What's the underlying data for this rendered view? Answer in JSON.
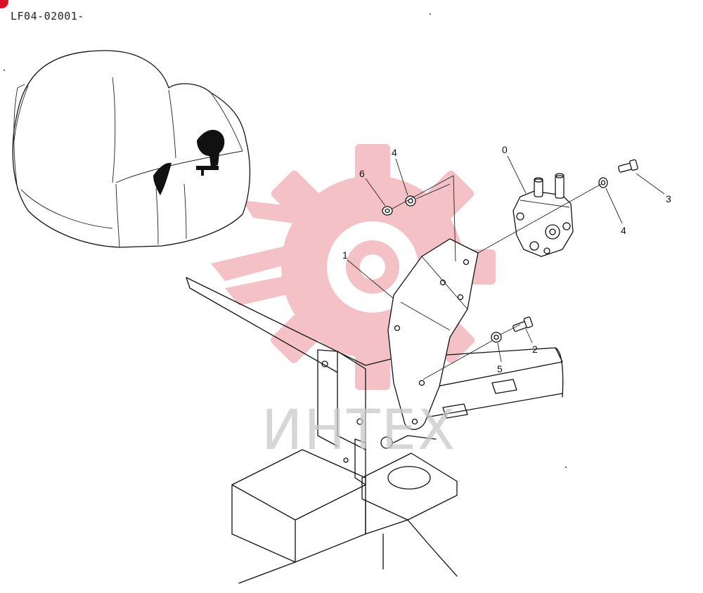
{
  "document": {
    "code": "LF04-02001-"
  },
  "watermark": {
    "text": "ИНТЕХ",
    "gear_color": "#f2b3b8",
    "text_color": "#c9c9c9"
  },
  "accent_mark_color": "#d8102a",
  "callouts": [
    {
      "id": "part-0",
      "label": "0"
    },
    {
      "id": "part-1",
      "label": "1"
    },
    {
      "id": "part-2",
      "label": "2"
    },
    {
      "id": "part-3",
      "label": "3"
    },
    {
      "id": "part-4a",
      "label": "4"
    },
    {
      "id": "part-4b",
      "label": "4"
    },
    {
      "id": "part-5",
      "label": "5"
    },
    {
      "id": "part-6",
      "label": "6"
    }
  ]
}
